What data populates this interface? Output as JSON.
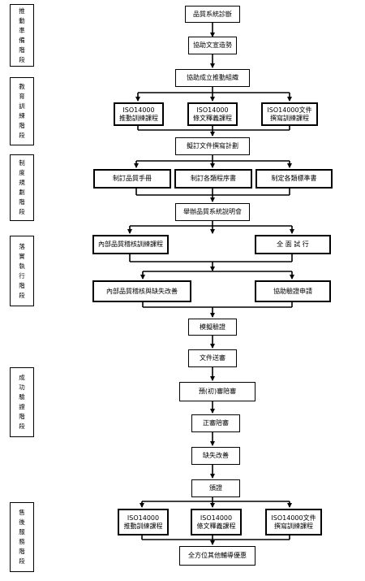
{
  "stages": [
    "推\n動\n準\n備\n階\n段",
    "教\n育\n訓\n練\n階\n段",
    "制\n度\n規\n劃\n階\n段",
    "落\n實\n執\n行\n階\n段",
    "成\n功\n驗\n證\n階\n段",
    "售\n後\n服\n務\n階\n段"
  ],
  "steps": {
    "diagnosis": "品質系統診斷",
    "atmosphere": "協助文宣造勢",
    "promo_org": "協助成立推動組織",
    "train1": "ISO14000\n推動訓練課程",
    "train2": "ISO14000\n條文釋義課程",
    "train3": "ISO14000文件\n撰寫訓練課程",
    "doc_plan": "擬訂文件撰寫計劃",
    "manual": "制訂品質手冊",
    "procedures": "制訂各類程序書",
    "standards": "制定各類標準書",
    "briefing": "舉辦品質系統說明會",
    "audit_training": "內部品質稽核訓練課程",
    "full_trial": "全 面 試 行",
    "audit_improve": "內部品質稽核與缺失改善",
    "cert_apply": "協助驗證申請",
    "mock_audit": "模擬驗證",
    "doc_submit": "文件送審",
    "pre_audit": "預(初)審陪審",
    "formal_audit": "正審陪審",
    "deficiency_fix": "缺失改善",
    "certificate": "頒證",
    "after1": "ISO14000\n推動訓練課程",
    "after2": "ISO14000\n條文釋義課程",
    "after3": "ISO14000文件\n撰寫訓練課程",
    "counseling": "全方位其他輔導優惠"
  }
}
